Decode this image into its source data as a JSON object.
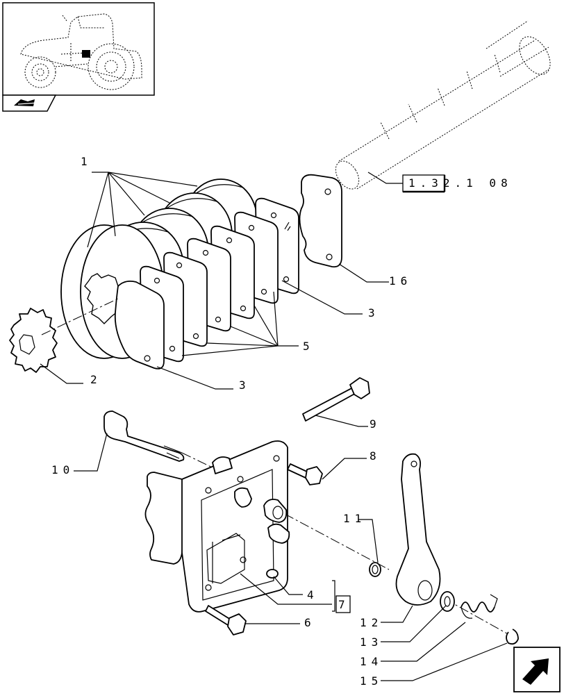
{
  "nav": {
    "icon": "page-nav-icon"
  },
  "thumbnail": {
    "icon": "tractor-thumbnail-icon",
    "marker_color": "#000000"
  },
  "reference": {
    "code": "1.32.1 08"
  },
  "boxed_ref": {
    "number": "7"
  },
  "callouts": [
    {
      "id": "1",
      "label": "1"
    },
    {
      "id": "16",
      "label": "16"
    },
    {
      "id": "3a",
      "label": "3"
    },
    {
      "id": "5",
      "label": "5"
    },
    {
      "id": "2",
      "label": "2"
    },
    {
      "id": "3b",
      "label": "3"
    },
    {
      "id": "9",
      "label": "9"
    },
    {
      "id": "10",
      "label": "10"
    },
    {
      "id": "8",
      "label": "8"
    },
    {
      "id": "11",
      "label": "11"
    },
    {
      "id": "4",
      "label": "4"
    },
    {
      "id": "12",
      "label": "12"
    },
    {
      "id": "6",
      "label": "6"
    },
    {
      "id": "13",
      "label": "13"
    },
    {
      "id": "14",
      "label": "14"
    },
    {
      "id": "15",
      "label": "15"
    }
  ],
  "footer": {
    "icon": "next-page-arrow-icon"
  }
}
